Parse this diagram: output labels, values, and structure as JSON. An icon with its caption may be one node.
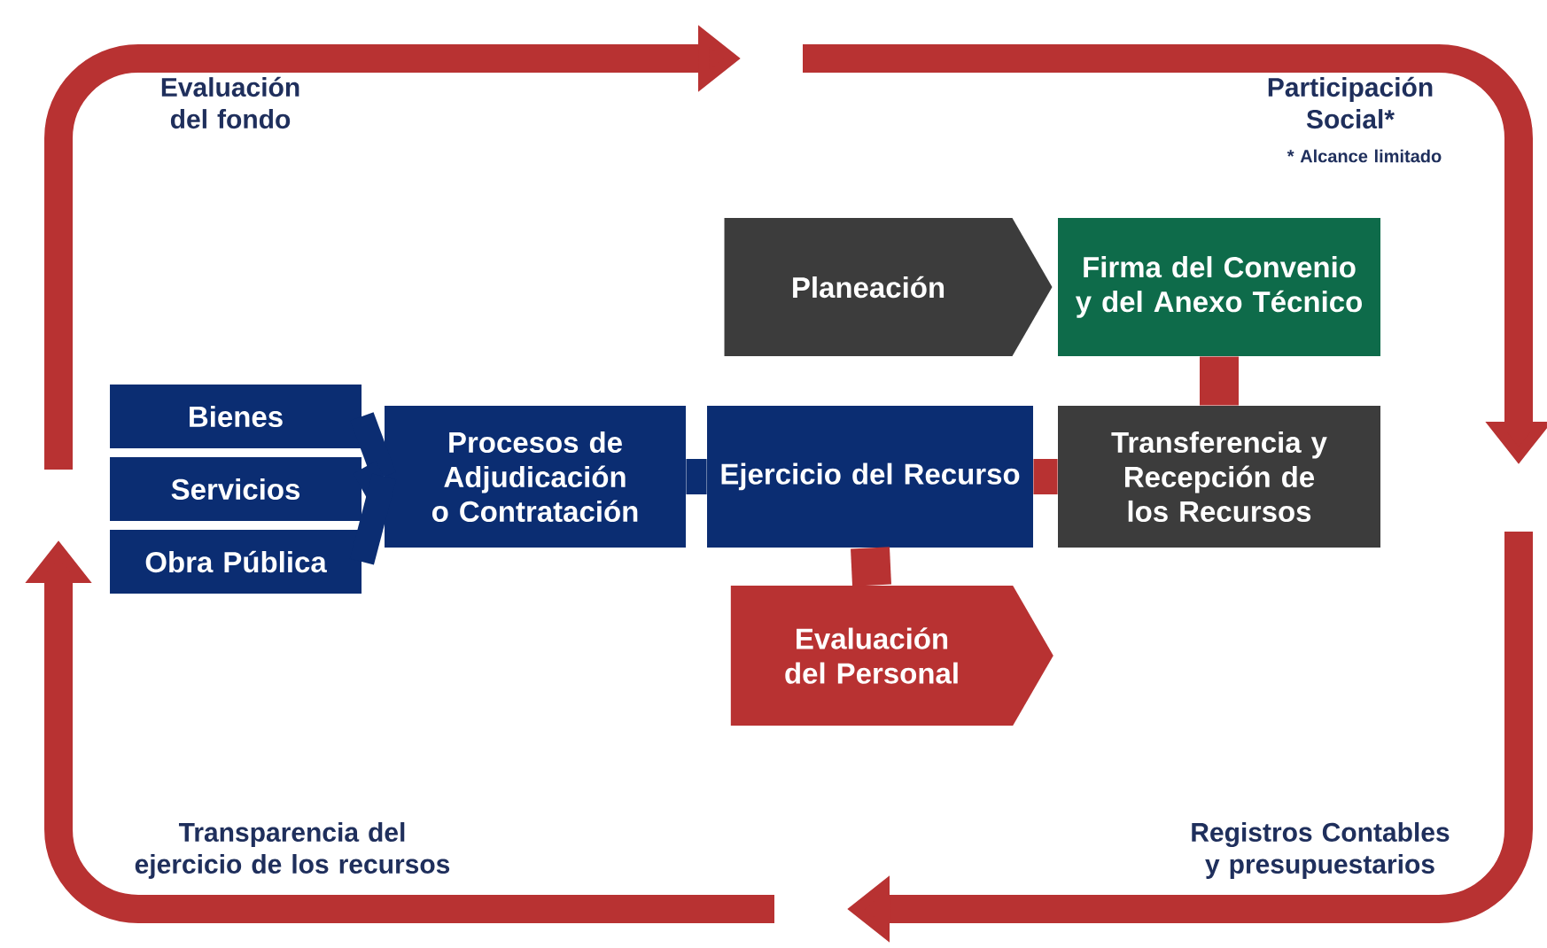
{
  "diagram": {
    "nodes": [
      {
        "text": [
          "Planeación"
        ]
      },
      {
        "text": [
          "Firma del Convenio y del Anexo Técnico"
        ]
      },
      {
        "text": [
          "Bienes"
        ]
      },
      {
        "text": [
          "Servicios"
        ]
      },
      {
        "text": [
          "Obra Pública"
        ]
      },
      {
        "text": [
          "Procesos de Adjudicación o Contratación"
        ]
      },
      {
        "text": [
          "Ejercicio del Recurso"
        ]
      },
      {
        "text": [
          "Transferencia y Recepción de los Recursos"
        ]
      },
      {
        "text": [
          "Evaluación del Personal"
        ]
      }
    ],
    "edges": [
      {
        "from": 2,
        "to": 5,
        "arrow": "none"
      },
      {
        "from": 3,
        "to": 5,
        "arrow": "none"
      },
      {
        "from": 4,
        "to": 5,
        "arrow": "none"
      },
      {
        "from": 5,
        "to": 6,
        "arrow": "none"
      },
      {
        "from": 6,
        "to": 7,
        "arrow": "none",
        "color": "#b83232"
      },
      {
        "from": 1,
        "to": 7,
        "arrow": "none",
        "color": "#b83232"
      },
      {
        "from": 6,
        "to": 8,
        "arrow": "none",
        "color": "#b83232"
      }
    ],
    "labels": [
      "Evaluación del fondo",
      "Participación Social*",
      "* Alcance limitado",
      "Transparencia del ejercicio de los recursos",
      "Registros Contables y presupuestarios"
    ]
  }
}
